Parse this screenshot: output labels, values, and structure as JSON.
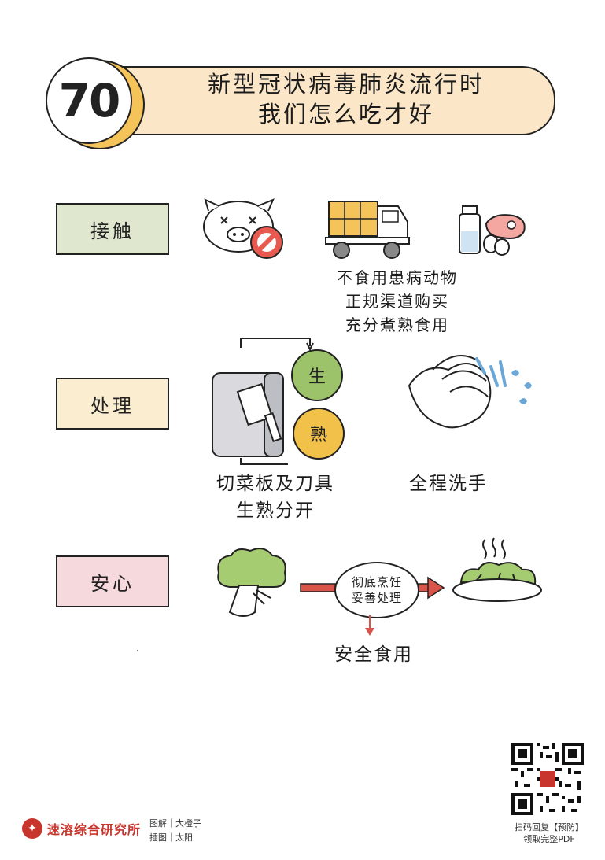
{
  "header": {
    "number": "70",
    "title_line1": "新型冠状病毒肺炎流行时",
    "title_line2": "我们怎么吃才好"
  },
  "sections": {
    "contact": {
      "label": "接触",
      "caption_line1": "不食用患病动物",
      "caption_line2": "正规渠道购买",
      "caption_line3": "充分煮熟食用"
    },
    "process": {
      "label": "处理",
      "raw_label": "生",
      "cooked_label": "熟",
      "board_caption_line1": "切菜板及刀具",
      "board_caption_line2": "生熟分开",
      "hands_caption": "全程洗手"
    },
    "safe": {
      "label": "安心",
      "bubble_line1": "彻底烹饪",
      "bubble_line2": "妥善处理",
      "result_caption": "安全食用"
    }
  },
  "footer": {
    "org_name": "速溶综合研究所",
    "credit_line1": "图解｜大橙子",
    "credit_line2": "插图｜太阳",
    "qr_caption_line1": "扫码回复【预防】",
    "qr_caption_line2": "领取完整PDF"
  },
  "colors": {
    "banner": "#fbe7c8",
    "accent_yellow": "#f4c35a",
    "contact_bg": "#dfe8cf",
    "process_bg": "#fbeed0",
    "safe_bg": "#f6d9dc",
    "raw_green": "#9cc36a",
    "cooked_yellow": "#f2c14a",
    "arrow_red": "#d9544a",
    "brand_red": "#c8352d"
  },
  "icons": [
    "pig-icon",
    "prohibited-icon",
    "truck-icon",
    "milk-meat-eggs-icon",
    "cutting-board-icon",
    "knife-icon",
    "washing-hands-icon",
    "broccoli-icon",
    "cooked-vegetables-icon",
    "qr-code"
  ]
}
